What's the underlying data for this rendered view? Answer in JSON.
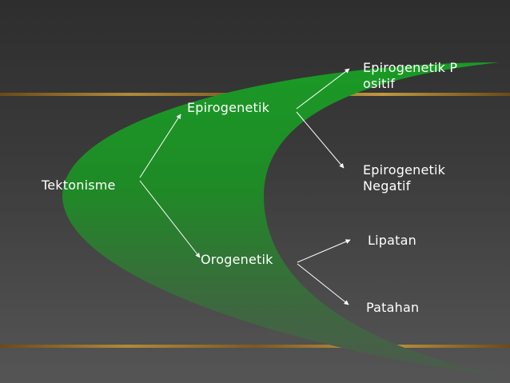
{
  "diagram": {
    "root": {
      "label": "Tektonisme"
    },
    "branches": [
      {
        "label": "Epirogenetik",
        "children": [
          {
            "label": "Epirogenetik P\nositif"
          },
          {
            "label": "Epirogenetik\nNegatif"
          }
        ]
      },
      {
        "label": "Orogenetik",
        "children": [
          {
            "label": "Lipatan"
          },
          {
            "label": "Patahan"
          }
        ]
      }
    ]
  },
  "colors": {
    "background": "#333333",
    "shape_top": "#1e9e2a",
    "shape_bottom": "#4c5a4c",
    "text": "#ffffff",
    "arrow": "#ffffff",
    "accent_stripe": "#a07a2a"
  }
}
